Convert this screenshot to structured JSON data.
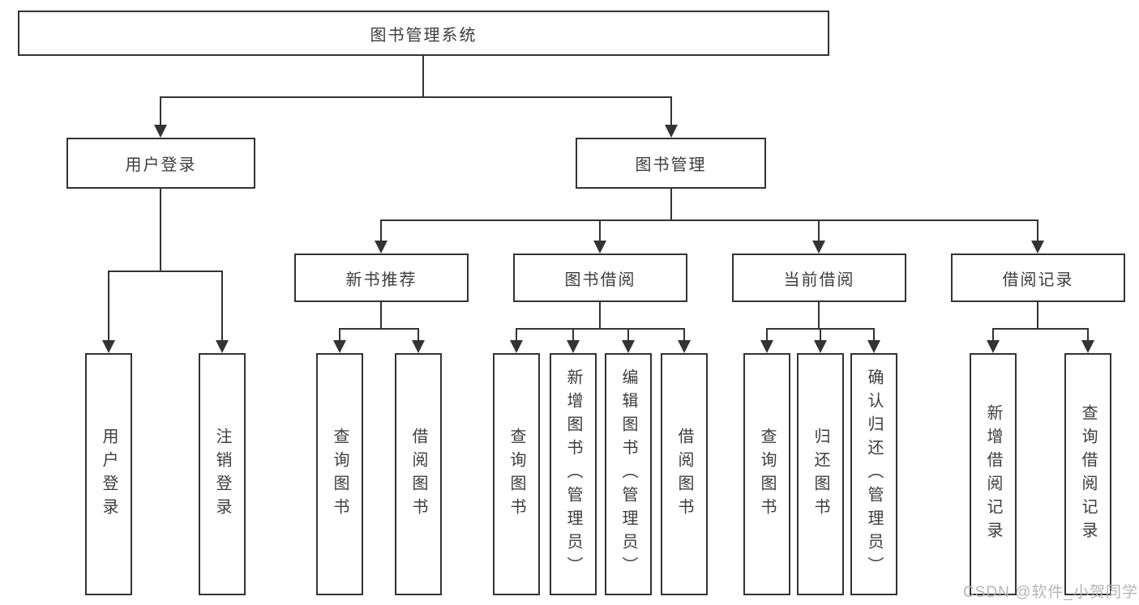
{
  "colors": {
    "line": "#333333",
    "border": "#333333",
    "text": "#3d3d3d",
    "background": "#ffffff",
    "watermark": "#b5b5b5"
  },
  "root": {
    "label": "图书管理系统"
  },
  "level2": {
    "user_login": {
      "label": "用户登录"
    },
    "book_management": {
      "label": "图书管理"
    }
  },
  "level3": {
    "new_book_recommend": {
      "label": "新书推荐"
    },
    "book_borrow": {
      "label": "图书借阅"
    },
    "current_borrow": {
      "label": "当前借阅"
    },
    "borrow_records": {
      "label": "借阅记录"
    }
  },
  "leaves": {
    "user_login": [
      {
        "label": "用户登录"
      },
      {
        "label": "注销登录"
      }
    ],
    "new_book_recommend": [
      {
        "label": "查询图书"
      },
      {
        "label": "借阅图书"
      }
    ],
    "book_borrow": [
      {
        "label": "查询图书"
      },
      {
        "label": "新增图书（管理员）"
      },
      {
        "label": "编辑图书（管理员）"
      },
      {
        "label": "借阅图书"
      }
    ],
    "current_borrow": [
      {
        "label": "查询图书"
      },
      {
        "label": "归还图书"
      },
      {
        "label": "确认归还（管理员）"
      }
    ],
    "borrow_records": [
      {
        "label": "新增借阅记录"
      },
      {
        "label": "查询借阅记录"
      }
    ]
  },
  "watermark": {
    "label": "CSDN @软件_小贺同学"
  }
}
